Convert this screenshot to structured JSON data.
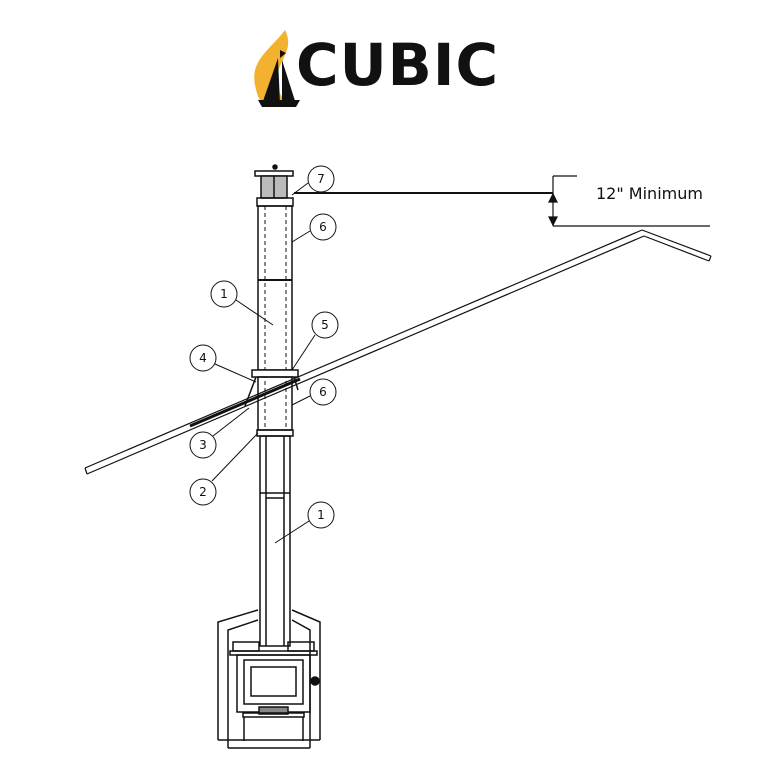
{
  "logo": {
    "text": "CUBIC",
    "flame_color": "#F2B230",
    "ink_color": "#111111"
  },
  "dimension": {
    "label": "12\" Minimum"
  },
  "callouts": [
    "7",
    "6",
    "1",
    "5",
    "4",
    "6",
    "3",
    "2",
    "1"
  ]
}
